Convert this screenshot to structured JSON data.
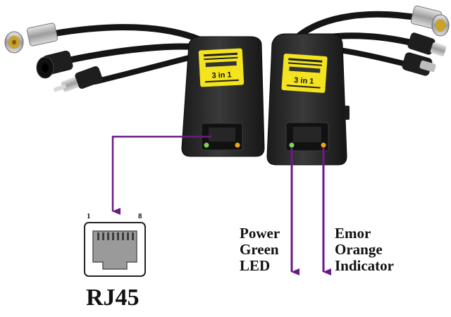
{
  "diagram": {
    "transceiver_badge_text": "3 in 1",
    "rj45_pin_first": "1",
    "rj45_pin_last": "8",
    "rj45_label": "RJ45",
    "power_led_label": [
      "Power",
      "Green",
      "LED"
    ],
    "error_indicator_label": [
      "Emor",
      "Orange",
      "Indicator"
    ],
    "colors": {
      "arrow": "#6a1a86",
      "housing": "#2a2a2a",
      "sticker": "#f4e31f",
      "led_green": "#7fd35a",
      "led_orange": "#f0a41e",
      "bnc_gold": "#c9a227"
    }
  }
}
